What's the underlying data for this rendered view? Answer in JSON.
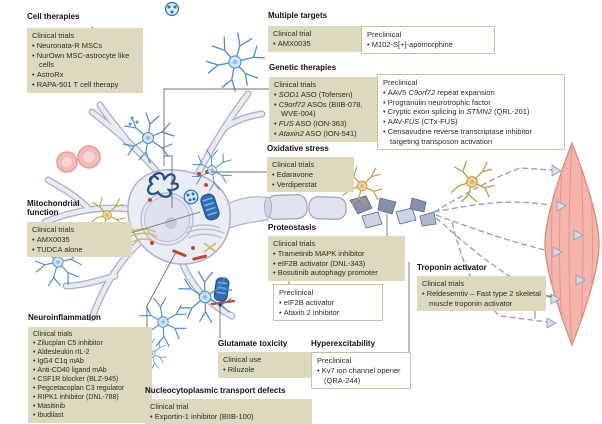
{
  "figure": {
    "subject": "Motor neuron therapeutic targets diagram",
    "colors": {
      "beige_box": "#dcd9bf",
      "white_box_border": "#c6c2a4",
      "header_text": "#111111",
      "body_text": "#2b2a24",
      "astrocyte_blue": "#4d8fcc",
      "aggregate_blue": "#1d4e8f",
      "neuron_outline_gray": "#aab3ca",
      "muscle_pink": "#f5b5ac",
      "microglia_yellow": "#c79f4a",
      "red_dot": "#bf4536"
    }
  },
  "panels": {
    "cell_therapies": {
      "title": "Cell therapies",
      "clinical": {
        "label": "Clinical trials",
        "items": [
          {
            "pre": "Neuronata-R MSCs"
          },
          {
            "pre": "NurOwn MSC-astrocyte like cells"
          },
          {
            "pre": "AstroRx"
          },
          {
            "pre": "RAPA-501 T cell therapy"
          }
        ]
      }
    },
    "multiple_targets": {
      "title": "Multiple targets",
      "clinical": {
        "label": "Clinical trial",
        "items": [
          {
            "pre": "AMX0035"
          }
        ]
      },
      "preclinical": {
        "label": "Preclinical",
        "items": [
          {
            "pre": "M102-S[+]-apomorphine"
          }
        ]
      }
    },
    "genetic_therapies": {
      "title": "Genetic therapies",
      "clinical": {
        "label": "Clinical trials",
        "items": [
          {
            "pre": "",
            "em": "SOD1",
            "text": " ASO (Tofersen)"
          },
          {
            "pre": "",
            "em": "C9orf72",
            "text": " ASOs (BIIB-078, WVE-004)"
          },
          {
            "pre": "",
            "em": "FUS",
            "text": " ASO (ION-363)"
          },
          {
            "pre": "",
            "em": "Ataxin2",
            "text": " ASO (ION-541)"
          }
        ]
      },
      "preclinical": {
        "label": "Preclinical",
        "items": [
          {
            "pre": "AAV5 ",
            "em": "C9orf72",
            "text": " repeat expansion"
          },
          {
            "pre": "Progranulin neurotrophic factor"
          },
          {
            "pre": "Cryptic exon splicing in ",
            "em": "STMN2",
            "text": " (QRL-201)"
          },
          {
            "pre": "AAV-",
            "em": "FUS",
            "text": " (CTx-FUS)"
          },
          {
            "pre": "Censavudine reverse transcriptase inhibitor targeting transposon activation"
          }
        ]
      }
    },
    "oxidative_stress": {
      "title": "Oxidative stress",
      "clinical": {
        "label": "Clinical trials",
        "items": [
          {
            "pre": "Edaravone"
          },
          {
            "pre": "Verdiperstat"
          }
        ]
      }
    },
    "mitochondrial_function": {
      "title": "Mitochondrial function",
      "clinical": {
        "label": "Clinical trials",
        "items": [
          {
            "pre": "AMX0035"
          },
          {
            "pre": "TUDCA alone"
          }
        ]
      }
    },
    "proteostasis": {
      "title": "Proteostasis",
      "clinical": {
        "label": "Clinical trials",
        "items": [
          {
            "pre": "Trametinib MAPK inhibitor"
          },
          {
            "pre": "eIF2B activator (DNL-343)"
          },
          {
            "pre": "Bosutinib autophagy promoter"
          }
        ]
      },
      "preclinical": {
        "label": "Preclinical",
        "items": [
          {
            "pre": "eIF2B activator"
          },
          {
            "pre": "Ataxin 2 inhibitor"
          }
        ]
      }
    },
    "troponin_activator": {
      "title": "Troponin activator",
      "clinical": {
        "label": "Clinical trials",
        "items": [
          {
            "pre": "Reldesemtiv – Fast type 2 skeletal muscle troponin activator"
          }
        ]
      }
    },
    "neuroinflammation": {
      "title": "Neuroinflammation",
      "clinical": {
        "label": "Clinical trials",
        "items": [
          {
            "pre": "Zilucplan C5 inhibitor"
          },
          {
            "pre": "Aldesleukin rIL-2"
          },
          {
            "pre": "IgG4 C1q mAb"
          },
          {
            "pre": "Anti-CD40 ligand mAb"
          },
          {
            "pre": "CSF1R blocker (BLZ-945)"
          },
          {
            "pre": "Pegcetacoplan C3 regulator"
          },
          {
            "pre": "RIPK1 inhibitor (DNL-788)"
          },
          {
            "pre": "Masitinib"
          },
          {
            "pre": "Ibudilast"
          }
        ]
      }
    },
    "glutamate_toxicity": {
      "title": "Glutamate toxicity",
      "clinical": {
        "label": "Clinical use",
        "items": [
          {
            "pre": "Riluzole"
          }
        ]
      }
    },
    "hyperexcitability": {
      "title": "Hyperexcitability",
      "preclinical": {
        "label": "Preclinical",
        "items": [
          {
            "pre": "Kv7 ion channel opener (QRA-244)"
          }
        ]
      }
    },
    "nucleocytoplasmic": {
      "title": "Nucleocytoplasmic transport defects",
      "clinical": {
        "label": "Clinical trial",
        "items": [
          {
            "pre": "Exportin-1 inhibitor (BIIB-100)"
          }
        ]
      }
    }
  }
}
